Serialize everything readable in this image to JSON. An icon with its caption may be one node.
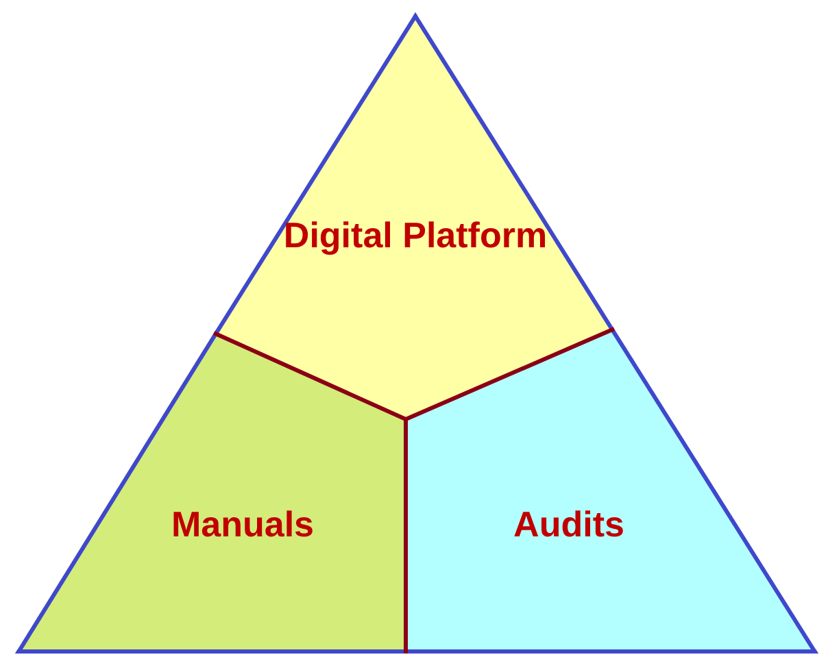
{
  "diagram": {
    "nodes": [
      {
        "text": [
          "Digital Platform"
        ]
      },
      {
        "text": [
          "Manuals"
        ]
      },
      {
        "text": [
          "Audits"
        ]
      }
    ]
  }
}
